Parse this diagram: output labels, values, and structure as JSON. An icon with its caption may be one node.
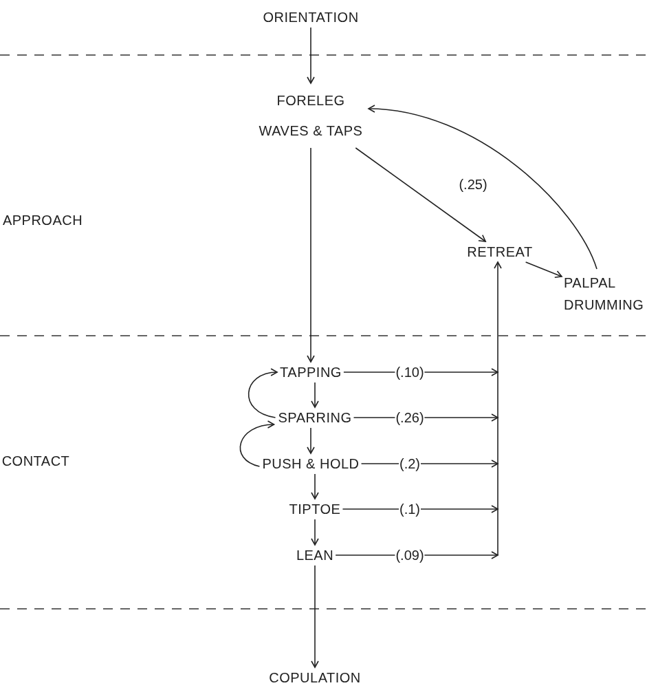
{
  "diagram": {
    "nodes": [
      {
        "text": [
          "ORIENTATION"
        ]
      },
      {
        "text": [
          "FORELEG WAVES & TAPS"
        ]
      },
      {
        "text": [
          "RETREAT"
        ]
      },
      {
        "text": [
          "PALPAL DRUMMING"
        ]
      },
      {
        "text": [
          "TAPPING"
        ]
      },
      {
        "text": [
          "SPARRING"
        ]
      },
      {
        "text": [
          "PUSH & HOLD"
        ]
      },
      {
        "text": [
          "TIPTOE"
        ]
      },
      {
        "text": [
          "LEAN"
        ]
      },
      {
        "text": [
          "COPULATION"
        ]
      }
    ],
    "edges": [
      {
        "from": 0,
        "to": 1,
        "arrow": "to"
      },
      {
        "from": 1,
        "to": 2,
        "arrow": "to",
        "label": "(.25)"
      },
      {
        "from": 2,
        "to": 3,
        "arrow": "to"
      },
      {
        "from": 3,
        "to": 1,
        "arrow": "to"
      },
      {
        "from": 1,
        "to": 4,
        "arrow": "to"
      },
      {
        "from": 4,
        "to": 5,
        "arrow": "to"
      },
      {
        "from": 5,
        "to": 6,
        "arrow": "to"
      },
      {
        "from": 6,
        "to": 7,
        "arrow": "to"
      },
      {
        "from": 7,
        "to": 8,
        "arrow": "to"
      },
      {
        "from": 8,
        "to": 9,
        "arrow": "to"
      },
      {
        "from": 5,
        "to": 4,
        "arrow": "to"
      },
      {
        "from": 6,
        "to": 5,
        "arrow": "to"
      },
      {
        "from": 4,
        "to": 2,
        "arrow": "to",
        "label": "(.10)"
      },
      {
        "from": 5,
        "to": 2,
        "arrow": "to",
        "label": "(.26)"
      },
      {
        "from": 6,
        "to": 2,
        "arrow": "to",
        "label": "(.2)"
      },
      {
        "from": 7,
        "to": 2,
        "arrow": "to",
        "label": "(.1)"
      },
      {
        "from": 8,
        "to": 2,
        "arrow": "to",
        "label": "(.09)"
      }
    ],
    "labels": [
      "APPROACH",
      "CONTACT"
    ]
  }
}
